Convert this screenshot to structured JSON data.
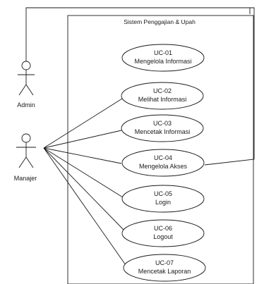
{
  "system": {
    "title": "Sistem Penggajian & Upah"
  },
  "actors": [
    {
      "name": "Admin"
    },
    {
      "name": "Manajer"
    }
  ],
  "use_cases": [
    {
      "id": "UC-01",
      "name": "Mengelola Informasi"
    },
    {
      "id": "UC-02",
      "name": "Melihat Informasi"
    },
    {
      "id": "UC-03",
      "name": "Mencetak Informasi"
    },
    {
      "id": "UC-04",
      "name": "Mengelola Akses"
    },
    {
      "id": "UC-05",
      "name": "Login"
    },
    {
      "id": "UC-06",
      "name": "Logout"
    },
    {
      "id": "UC-07",
      "name": "Mencetak Laporan"
    }
  ]
}
